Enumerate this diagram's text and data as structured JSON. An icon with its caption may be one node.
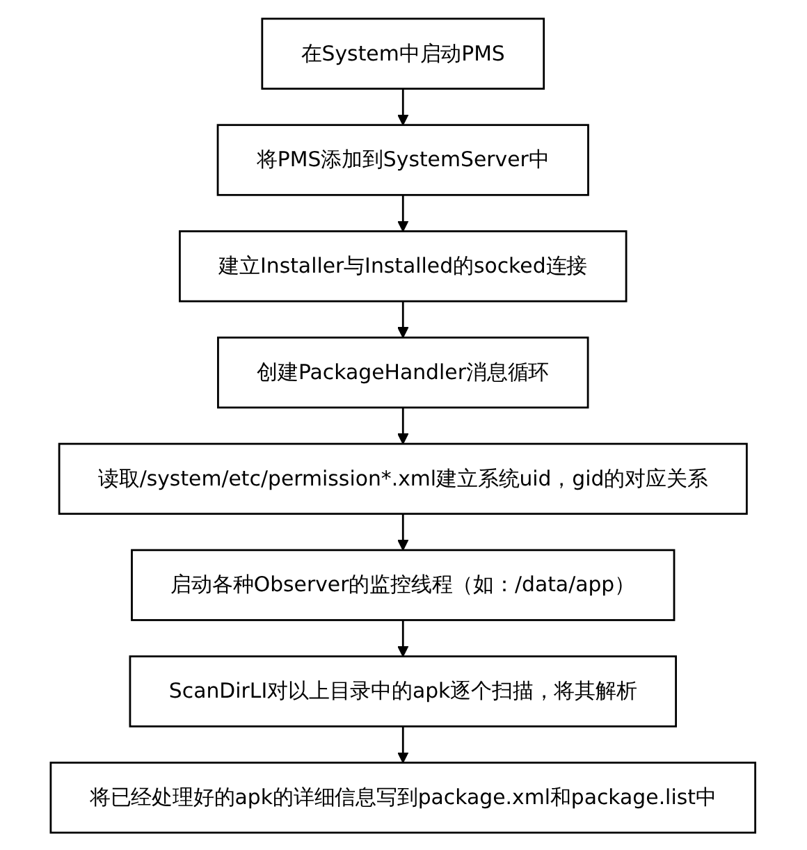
{
  "diagram": {
    "nodes": [
      {
        "text": [
          "在System中启动PMS"
        ]
      },
      {
        "text": [
          "将PMS添加到SystemServer中"
        ]
      },
      {
        "text": [
          "建立Installer与Installed的socked连接"
        ]
      },
      {
        "text": [
          "创建PackageHandler消息循环"
        ]
      },
      {
        "text": [
          "读取/system/etc/permission*.xml建立系统uid，gid的对应关系"
        ]
      },
      {
        "text": [
          "启动各种Observer的监控线程（如：/data/app）"
        ]
      },
      {
        "text": [
          "ScanDirLI对以上目录中的apk逐个扫描，将其解析"
        ]
      },
      {
        "text": [
          "将已经处理好的apk的详细信息写到package.xml和package.list中"
        ]
      }
    ],
    "edges": [
      {
        "from": 0,
        "to": 1,
        "arrow": "to"
      },
      {
        "from": 1,
        "to": 2,
        "arrow": "to"
      },
      {
        "from": 2,
        "to": 3,
        "arrow": "to"
      },
      {
        "from": 3,
        "to": 4,
        "arrow": "to"
      },
      {
        "from": 4,
        "to": 5,
        "arrow": "to"
      },
      {
        "from": 5,
        "to": 6,
        "arrow": "to"
      },
      {
        "from": 6,
        "to": 7,
        "arrow": "to"
      }
    ]
  }
}
